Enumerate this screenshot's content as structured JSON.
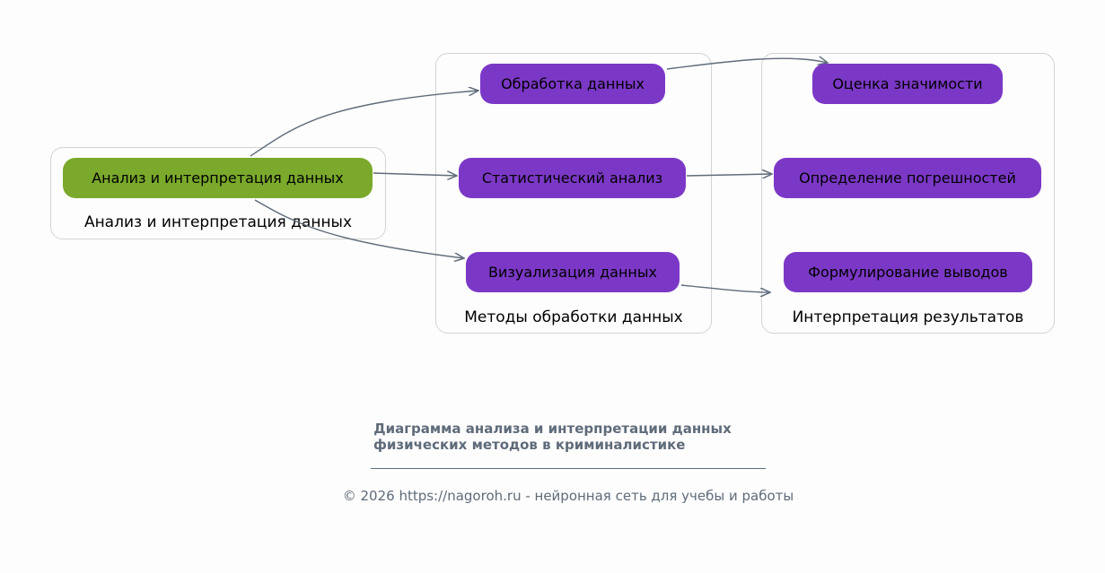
{
  "colors": {
    "source": "#7aa92b",
    "node": "#7b38c6",
    "edge": "#5f6b7a",
    "cluster_border": "#d3d3d3"
  },
  "clusters": [
    {
      "label": "Анализ и интерпретация данных"
    },
    {
      "label": "Методы обработки данных"
    },
    {
      "label": "Интерпретация результатов"
    }
  ],
  "nodes": {
    "root": "Анализ и интерпретация данных",
    "processing": "Обработка данных",
    "statistics": "Статистический анализ",
    "visualization": "Визуализация данных",
    "significance": "Оценка значимости",
    "errors": "Определение погрешностей",
    "conclusions": "Формулирование выводов"
  },
  "edges": [
    {
      "from": "root",
      "to": "processing"
    },
    {
      "from": "root",
      "to": "statistics"
    },
    {
      "from": "root",
      "to": "visualization"
    },
    {
      "from": "processing",
      "to": "significance"
    },
    {
      "from": "statistics",
      "to": "errors"
    },
    {
      "from": "visualization",
      "to": "conclusions"
    }
  ],
  "title": {
    "line1": "Диаграмма анализа и интерпретации данных",
    "line2": "физических методов в криминалистике"
  },
  "footer": "© 2026 https://nagoroh.ru - нейронная сеть для учебы и работы"
}
